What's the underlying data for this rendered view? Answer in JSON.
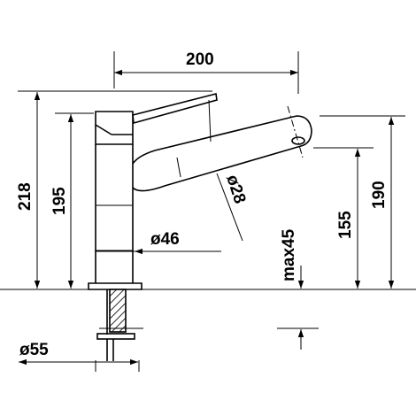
{
  "dimensions": {
    "width_top": "200",
    "height_total": "218",
    "height_body": "195",
    "spout_diameter": "ø28",
    "body_diameter": "ø46",
    "max_thickness": "max45",
    "spout_height": "155",
    "spout_top_height": "190",
    "base_diameter": "ø55"
  }
}
